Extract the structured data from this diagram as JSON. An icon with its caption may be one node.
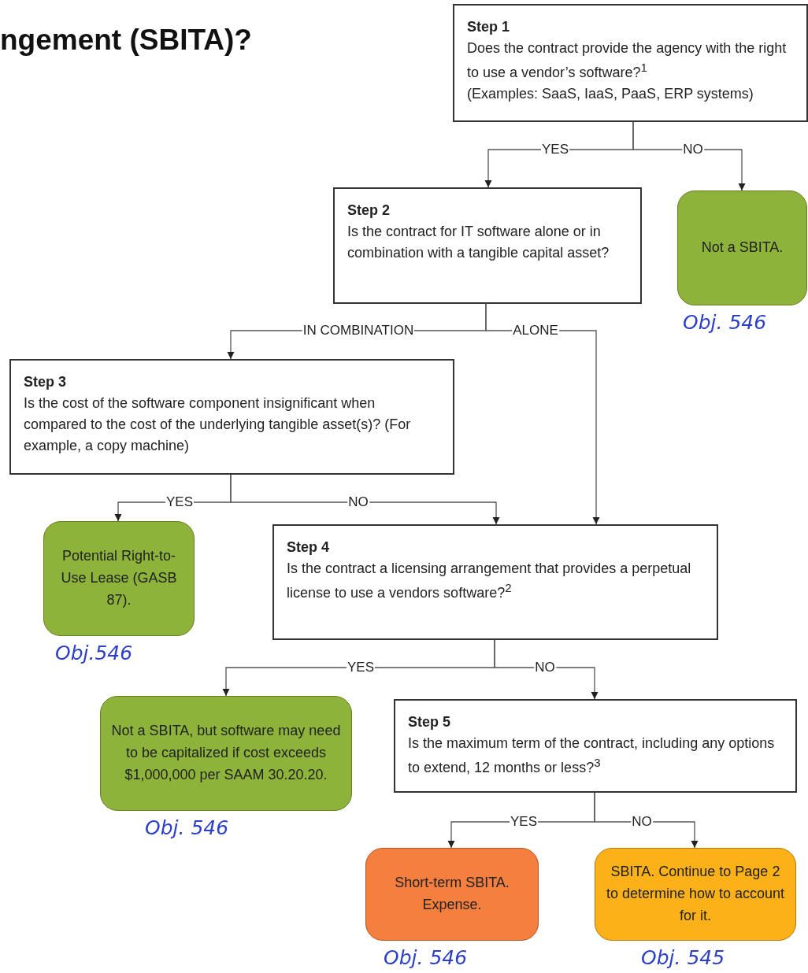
{
  "diagram": {
    "title": "ngement (SBITA)?",
    "nodes": [
      {
        "text": [
          "Step 1",
          "Does the contract provide the agency with the right to use a vendor’s software?$^{1}$",
          "(Examples: SaaS, IaaS, PaaS, ERP systems)"
        ]
      },
      {
        "text": [
          "Step 2",
          "Is the contract for IT software alone or in combination with a tangible capital asset?"
        ]
      },
      {
        "text": [
          "Not a SBITA."
        ],
        "beside": [
          "Obj. 546"
        ]
      },
      {
        "text": [
          "Step 3",
          "Is the cost of the software component insignificant when compared to the cost of the underlying tangible asset(s)? (For example, a copy machine)"
        ]
      },
      {
        "text": [
          "Potential Right-to-Use Lease (GASB 87)."
        ],
        "beside": [
          "Obj.546"
        ]
      },
      {
        "text": [
          "Step 4",
          "Is the contract a licensing arrangement that provides a perpetual license to use a vendors software?$^{2}$"
        ]
      },
      {
        "text": [
          "Not a SBITA, but software may need to be capitalized if cost exceeds $1,000,000 per SAAM 30.20.20."
        ],
        "beside": [
          "Obj. 546"
        ]
      },
      {
        "text": [
          "Step 5",
          "Is the maximum term of the contract, including any options to extend, 12 months or less?$^{3}$"
        ]
      },
      {
        "text": [
          "Short-term SBITA. Expense."
        ],
        "beside": [
          "Obj. 546"
        ]
      },
      {
        "text": [
          "SBITA. Continue to Page 2 to determine how to account for it."
        ],
        "beside": [
          "Obj. 545"
        ]
      }
    ],
    "edges": [
      {
        "from": 0,
        "to": 1,
        "arrow": "to",
        "label": "YES"
      },
      {
        "from": 0,
        "to": 2,
        "arrow": "to",
        "label": "NO"
      },
      {
        "from": 1,
        "to": 3,
        "arrow": "to",
        "label": "IN COMBINATION"
      },
      {
        "from": 1,
        "to": 5,
        "arrow": "to",
        "label": "ALONE"
      },
      {
        "from": 3,
        "to": 4,
        "arrow": "to",
        "label": "YES"
      },
      {
        "from": 3,
        "to": 5,
        "arrow": "to",
        "label": "NO"
      },
      {
        "from": 5,
        "to": 6,
        "arrow": "to",
        "label": "YES"
      },
      {
        "from": 5,
        "to": 7,
        "arrow": "to",
        "label": "NO"
      },
      {
        "from": 7,
        "to": 8,
        "arrow": "to",
        "label": "YES"
      },
      {
        "from": 7,
        "to": 9,
        "arrow": "to",
        "label": "NO"
      }
    ]
  }
}
